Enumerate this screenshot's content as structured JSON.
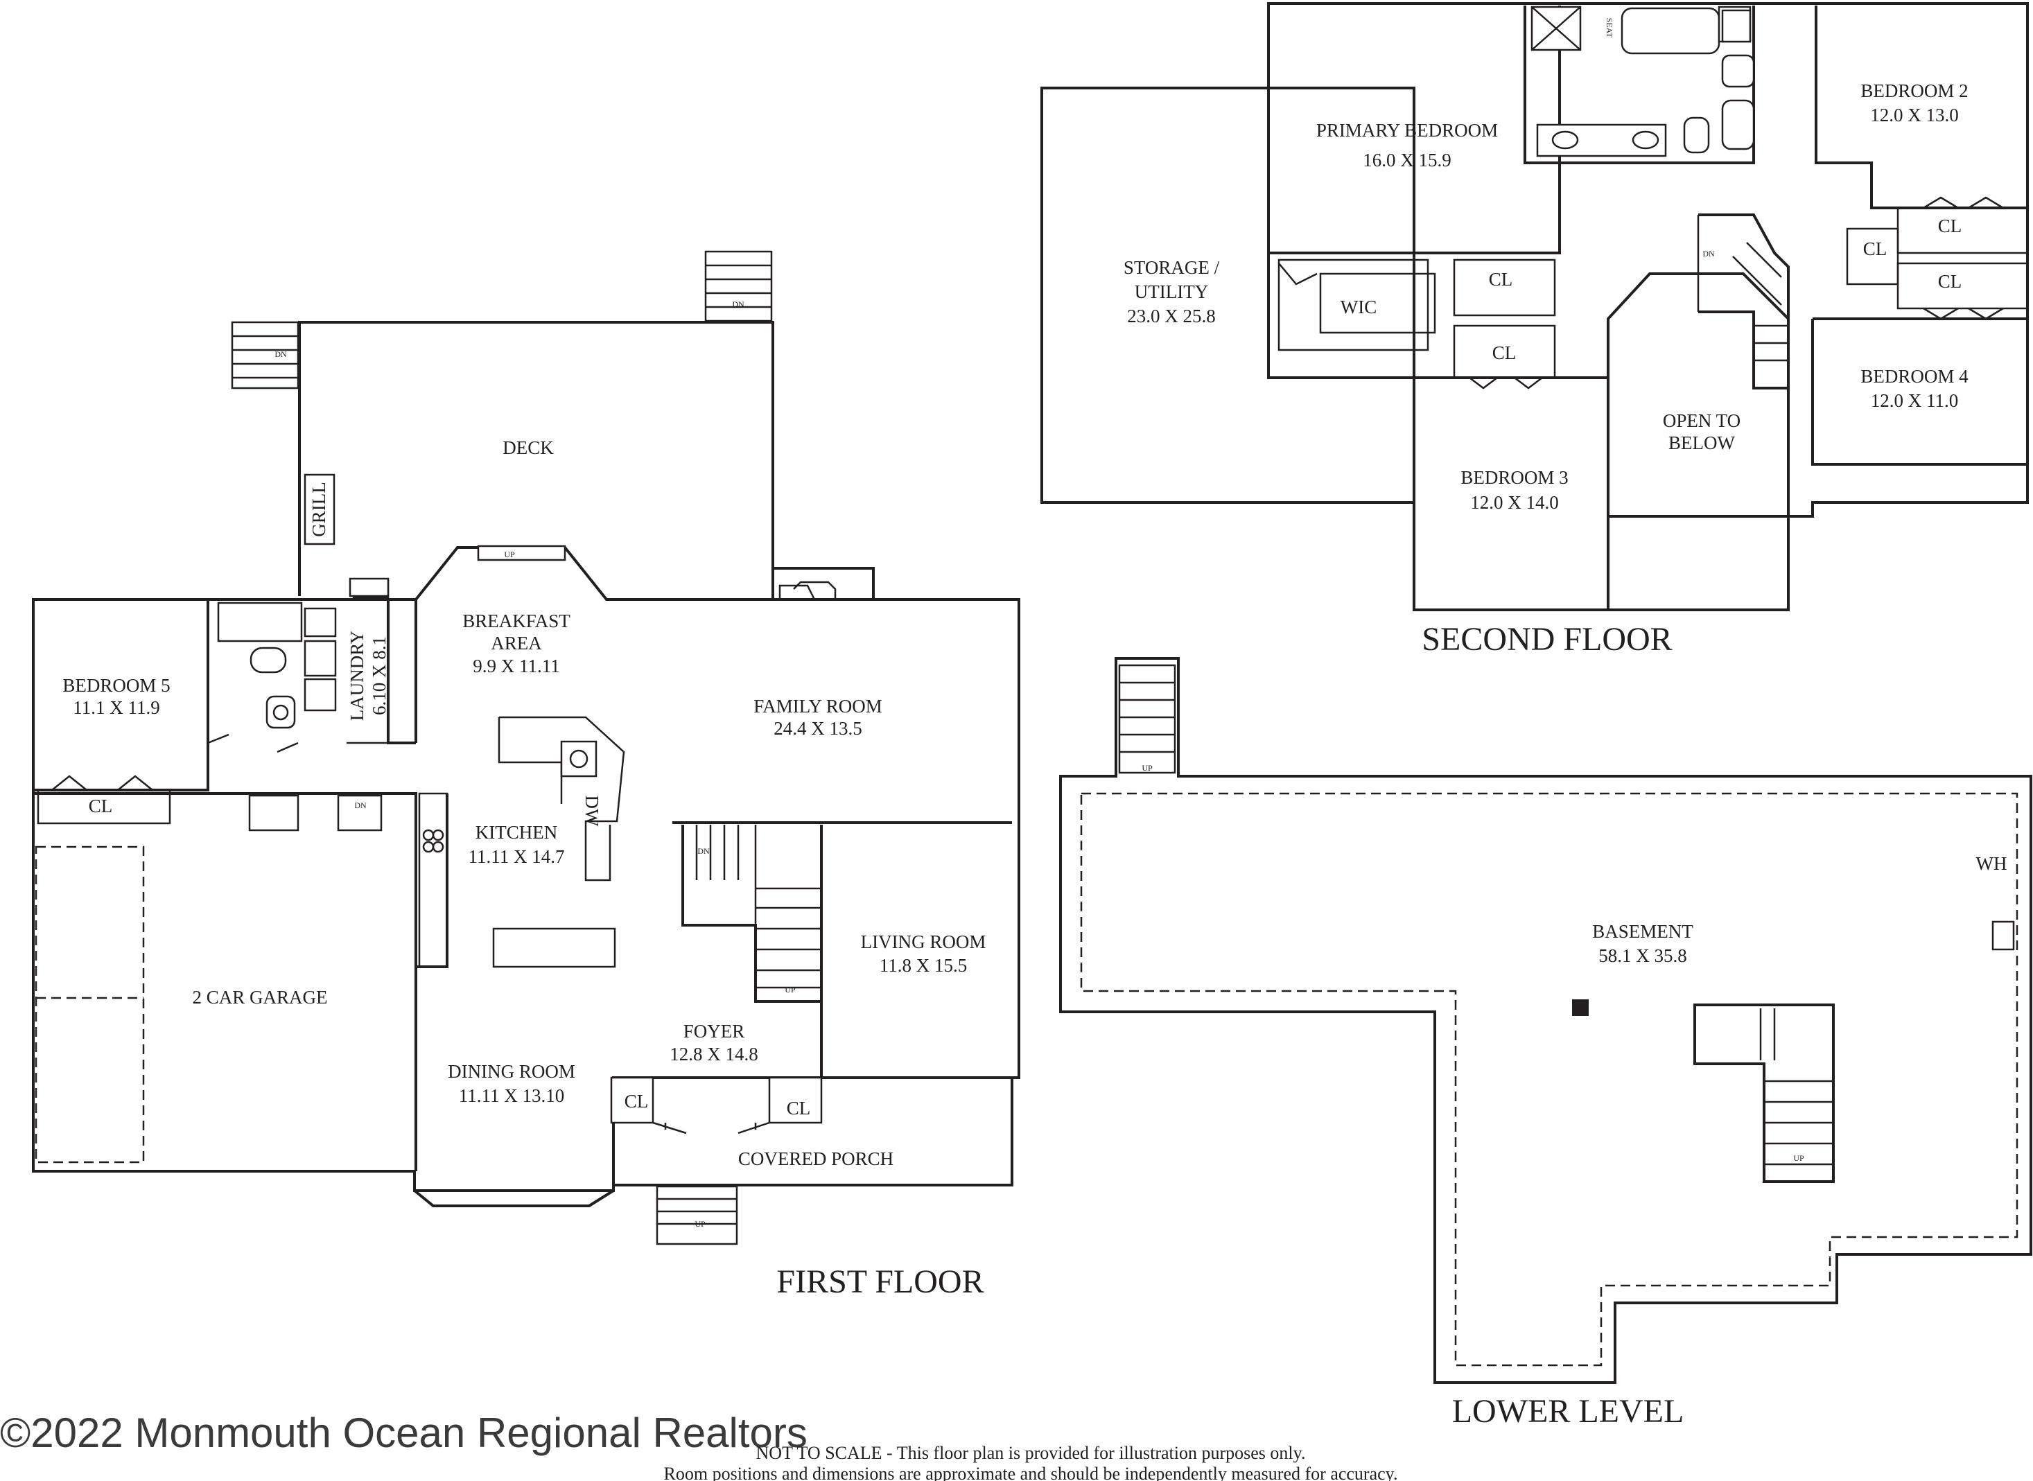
{
  "first_floor": {
    "title": "FIRST FLOOR",
    "deck": "DECK",
    "grill": "GRILL",
    "bedroom5": {
      "name": "BEDROOM 5",
      "dim": "11.1 X 11.9"
    },
    "laundry": {
      "name": "LAUNDRY",
      "dim": "6.10 X 8.1"
    },
    "breakfast": {
      "line1": "BREAKFAST",
      "line2": "AREA",
      "dim": "9.9 X 11.11"
    },
    "family_room": {
      "name": "FAMILY ROOM",
      "dim": "24.4 X 13.5"
    },
    "kitchen": {
      "name": "KITCHEN",
      "dim": "11.11 X 14.7"
    },
    "living_room": {
      "name": "LIVING ROOM",
      "dim": "11.8 X 15.5"
    },
    "garage": "2 CAR GARAGE",
    "foyer": {
      "name": "FOYER",
      "dim": "12.8 X 14.8"
    },
    "dining_room": {
      "name": "DINING ROOM",
      "dim": "11.11 X 13.10"
    },
    "covered_porch": "COVERED PORCH",
    "closet": "CL",
    "dishwasher": "DW"
  },
  "second_floor": {
    "title": "SECOND FLOOR",
    "storage": {
      "line1": "STORAGE /",
      "line2": "UTILITY",
      "dim": "23.0 X 25.8"
    },
    "primary_bedroom": {
      "name": "PRIMARY BEDROOM",
      "dim": "16.0 X 15.9"
    },
    "bedroom2": {
      "name": "BEDROOM 2",
      "dim": "12.0 X 13.0"
    },
    "bedroom3": {
      "name": "BEDROOM 3",
      "dim": "12.0 X 14.0"
    },
    "bedroom4": {
      "name": "BEDROOM 4",
      "dim": "12.0 X 11.0"
    },
    "open_below": {
      "line1": "OPEN TO",
      "line2": "BELOW"
    },
    "wic": "WIC",
    "closet": "CL",
    "seat": "SEAT"
  },
  "lower_level": {
    "title": "LOWER LEVEL",
    "basement": {
      "name": "BASEMENT",
      "dim": "58.1 X 35.8"
    },
    "wh": "WH"
  },
  "stairs": {
    "up": "UP",
    "down": "DN"
  },
  "copyright": "©2022 Monmouth Ocean Regional Realtors",
  "disclaimer": {
    "line1": "NOT TO SCALE - This floor plan is provided for illustration purposes only.",
    "line2": "Room positions and dimensions are approximate and should be independently measured for accuracy."
  }
}
